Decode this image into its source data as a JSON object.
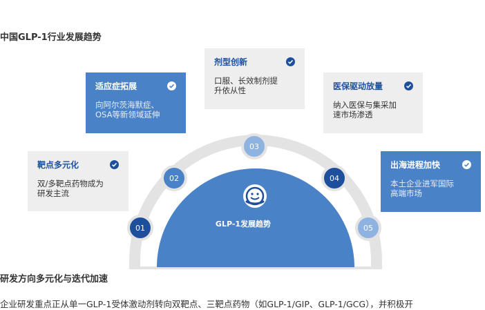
{
  "page_title": "中国GLP-1行业发展趋势",
  "center_label": "GLP-1发展趋势",
  "bubbles": [
    "01",
    "02",
    "03",
    "04",
    "05"
  ],
  "cards": {
    "targets": {
      "title": "靶点多元化",
      "body_line1": "双/多靶点药物成为",
      "body_line2": "研发主流"
    },
    "indications": {
      "title": "适应症拓展",
      "body_line1": "向阿尔茨海默症、",
      "body_line2": "OSA等新领域延伸"
    },
    "formulation": {
      "title": "剂型创新",
      "body_line1": "口服、长效制剂提",
      "body_line2": "升依从性"
    },
    "insurance": {
      "title": "医保驱动放量",
      "body_line1": "纳入医保与集采加",
      "body_line2": "速市场渗透"
    },
    "overseas": {
      "title": "出海进程加快",
      "body_line1": "本土企业进军国际",
      "body_line2": "高端市场"
    }
  },
  "section": {
    "title": "研发方向多元化与迭代加速",
    "body": "企业研发重点正从单一GLP-1受体激动剂转向双靶点、三靶点药物（如GLP-1/GIP、GLP-1/GCG），并积极开"
  },
  "colors": {
    "primary": "#4a82c7",
    "dark": "#1e4f9c",
    "card_bg": "#eeeeee",
    "arc": "#e0e0e0"
  },
  "icons": {
    "check": "check-circle-icon",
    "center": "smile-hand-icon"
  }
}
